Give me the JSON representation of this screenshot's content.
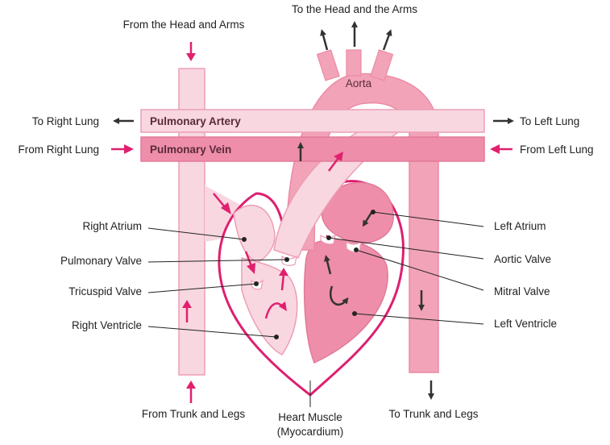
{
  "colors": {
    "light_pink": "#f8d7e0",
    "mid_pink": "#f2a3b8",
    "dark_pink": "#ee8eaa",
    "outline": "#de1f70",
    "arrow_magenta": "#e0206e",
    "arrow_dark": "#333333"
  },
  "vessels": {
    "aorta": "Aorta",
    "pulmonary_artery": "Pulmonary Artery",
    "pulmonary_vein": "Pulmonary Vein"
  },
  "flow_labels": {
    "head_arms_in": "From the Head and Arms",
    "head_arms_out": "To the Head and the Arms",
    "to_right_lung": "To Right Lung",
    "from_right_lung": "From Right Lung",
    "to_left_lung": "To Left Lung",
    "from_left_lung": "From Left Lung",
    "from_trunk_legs": "From Trunk and Legs",
    "to_trunk_legs": "To Trunk and Legs"
  },
  "parts": {
    "right_atrium": "Right Atrium",
    "pulmonary_valve": "Pulmonary Valve",
    "tricuspid_valve": "Tricuspid Valve",
    "right_ventricle": "Right Ventricle",
    "left_atrium": "Left Atrium",
    "aortic_valve": "Aortic Valve",
    "mitral_valve": "Mitral Valve",
    "left_ventricle": "Left Ventricle",
    "heart_muscle_1": "Heart Muscle",
    "heart_muscle_2": "(Myocardium)"
  }
}
